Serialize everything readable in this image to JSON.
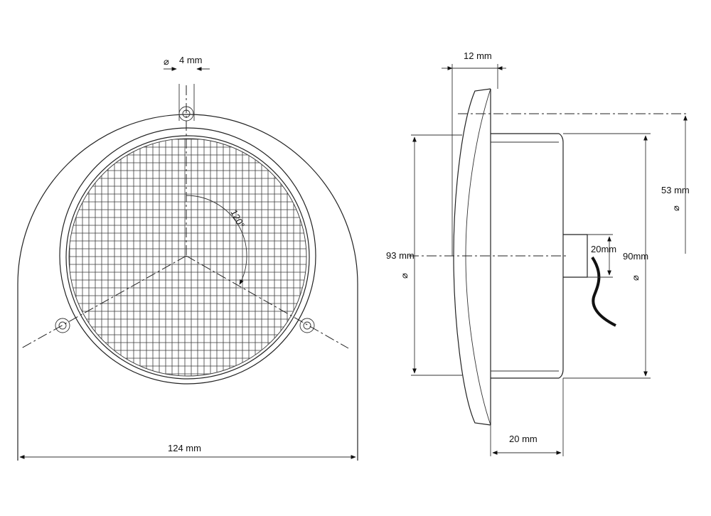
{
  "front_view": {
    "hole_diameter_symbol": "⌀",
    "hole_diameter_label": "4 mm",
    "angle_label": "120°",
    "width_label": "124 mm"
  },
  "side_view": {
    "flange_thickness_label": "12 mm",
    "body_depth_label": "20 mm",
    "flange_diameter_label": "93 mm",
    "flange_diameter_symbol": "⌀",
    "body_diameter_label": "90mm",
    "body_diameter_symbol": "⌀",
    "cable_offset_label": "20mm",
    "cable_diameter_label": "53 mm",
    "cable_diameter_symbol": "⌀"
  },
  "colors": {
    "line": "#222222",
    "background": "#ffffff"
  }
}
